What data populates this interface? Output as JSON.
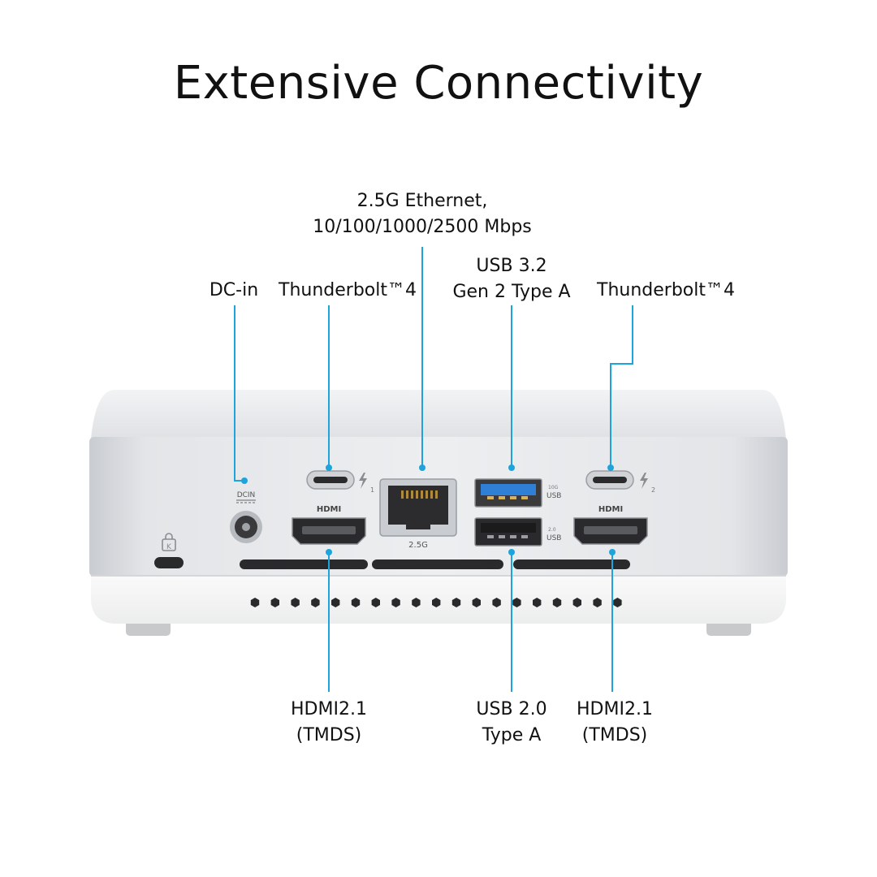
{
  "title": "Extensive Connectivity",
  "labels": {
    "ethernet_line1": "2.5G Ethernet,",
    "ethernet_line2": "10/100/1000/2500 Mbps",
    "usb32_line1": "USB 3.2",
    "usb32_line2": "Gen 2 Type A",
    "dc_in": "DC-in",
    "tb4_left": "Thunderbolt™4",
    "tb4_right": "Thunderbolt™4",
    "hdmi_left_line1": "HDMI2.1",
    "hdmi_left_line2": "(TMDS)",
    "usb20_line1": "USB 2.0",
    "usb20_line2": "Type A",
    "hdmi_right_line1": "HDMI2.1",
    "hdmi_right_line2": "(TMDS)"
  },
  "device_markings": {
    "dcin": "DCIN",
    "hdmi_left": "HDMI",
    "hdmi_right": "HDMI",
    "lan": "2.5G",
    "usb_top_speed": "10G",
    "usb_top": "USB",
    "usb_bottom_speed": "2.0",
    "usb_bottom": "USB",
    "tb_left_num": "1",
    "tb_right_num": "2"
  },
  "colors": {
    "leader": "#1da4dc",
    "usb3_blue": "#2f7fd6",
    "chassis_top": "#e9eaed",
    "chassis_front": "#d9dbdf",
    "base": "#f3f4f5"
  },
  "icons": [
    "thunderbolt-icon",
    "kensington-lock-icon"
  ]
}
